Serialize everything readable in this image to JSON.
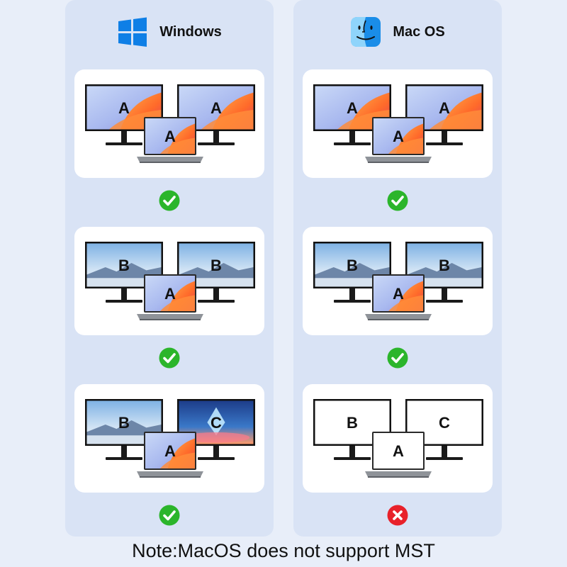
{
  "columns": [
    {
      "title": "Windows",
      "icon": "windows-logo-icon",
      "rows": [
        {
          "left": "A",
          "right": "A",
          "laptop": "A",
          "left_style": "orange",
          "right_style": "orange",
          "laptop_style": "orange",
          "status": "check"
        },
        {
          "left": "B",
          "right": "B",
          "laptop": "A",
          "left_style": "mountain",
          "right_style": "mountain",
          "laptop_style": "orange",
          "status": "check"
        },
        {
          "left": "B",
          "right": "C",
          "laptop": "A",
          "left_style": "mountain",
          "right_style": "crystal",
          "laptop_style": "orange",
          "status": "check"
        }
      ]
    },
    {
      "title": "Mac OS",
      "icon": "finder-logo-icon",
      "rows": [
        {
          "left": "A",
          "right": "A",
          "laptop": "A",
          "left_style": "orange",
          "right_style": "orange",
          "laptop_style": "orange",
          "status": "check"
        },
        {
          "left": "B",
          "right": "B",
          "laptop": "A",
          "left_style": "mountain",
          "right_style": "mountain",
          "laptop_style": "orange",
          "status": "check"
        },
        {
          "left": "B",
          "right": "C",
          "laptop": "A",
          "left_style": "blank",
          "right_style": "blank",
          "laptop_style": "blank",
          "status": "cross"
        }
      ]
    }
  ],
  "note": "Note:MacOS does not support MST",
  "colors": {
    "check": "#2bb52b",
    "cross": "#e8212a",
    "column_bg": "#d9e3f5",
    "page_bg": "#e8eef9",
    "windows_blue": "#0f7fe6"
  }
}
